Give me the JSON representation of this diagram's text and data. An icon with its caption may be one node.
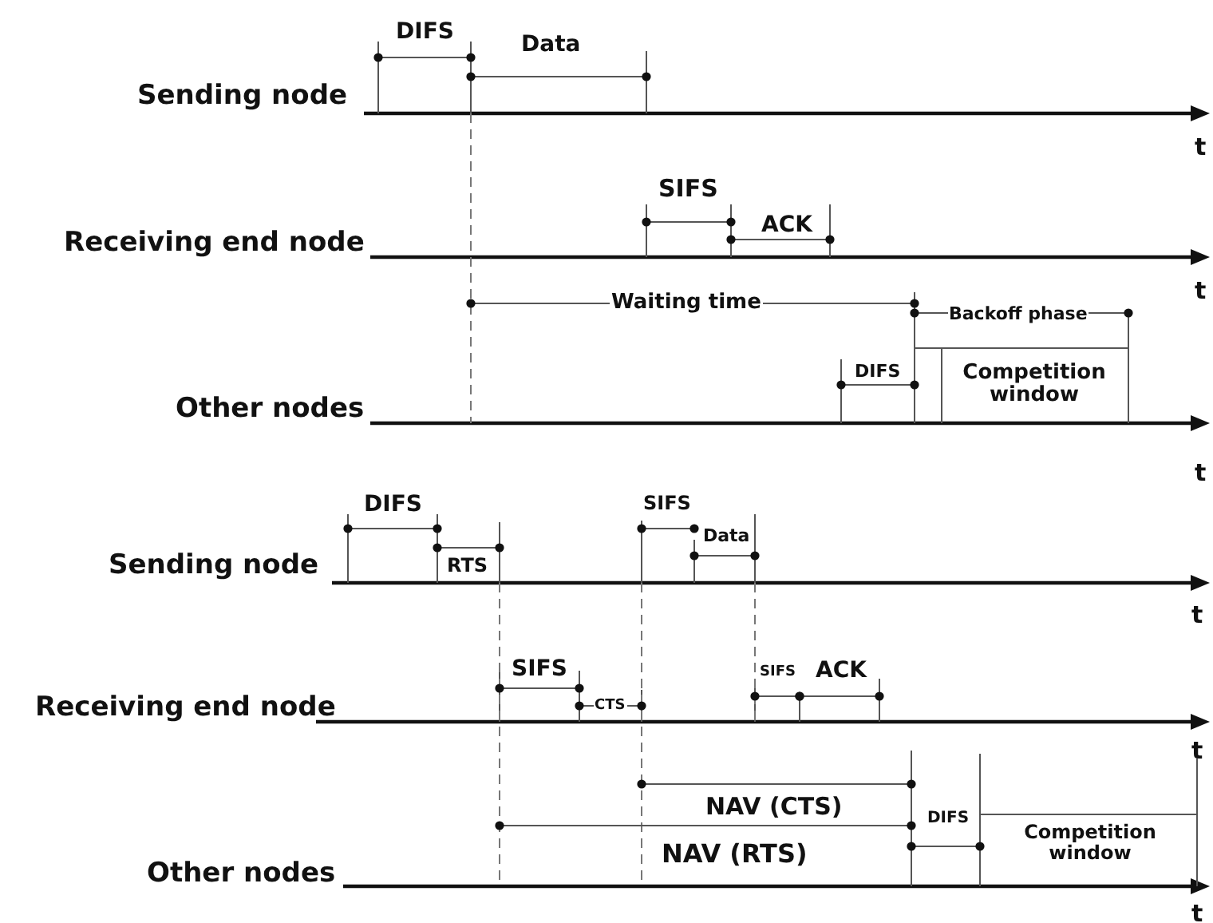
{
  "diagram": {
    "labels": [
      "DIFS",
      "Data",
      "Sending node",
      "t",
      "SIFS",
      "ACK",
      "Receiving end node",
      "t",
      "Waiting time",
      "Backoff phase",
      "DIFS",
      "Competition window",
      "Other nodes",
      "t",
      "DIFS",
      "SIFS",
      "Data",
      "Sending node",
      "RTS",
      "t",
      "SIFS",
      "SIFS",
      "ACK",
      "Receiving end node",
      "CTS",
      "t",
      "NAV (CTS)",
      "DIFS",
      "Competition window",
      "NAV (RTS)",
      "Other nodes",
      "t"
    ]
  }
}
